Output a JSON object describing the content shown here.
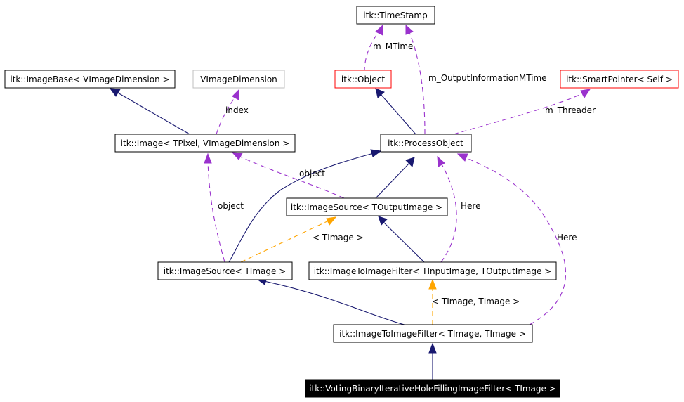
{
  "nodes": {
    "timestamp": "itk::TimeStamp",
    "imagebase": "itk::ImageBase< VImageDimension >",
    "vimagedimension": "VImageDimension",
    "object": "itk::Object",
    "smartpointer": "itk::SmartPointer< Self >",
    "image": "itk::Image< TPixel, VImageDimension >",
    "processobject": "itk::ProcessObject",
    "imagesource_toutput": "itk::ImageSource< TOutputImage >",
    "imagesource_timage": "itk::ImageSource< TImage >",
    "imagetoimagefilter_generic": "itk::ImageToImageFilter< TInputImage, TOutputImage >",
    "imagetoimagefilter_timage": "itk::ImageToImageFilter< TImage, TImage >",
    "voting_filter": "itk::VotingBinaryIterativeHoleFillingImageFilter< TImage >"
  },
  "edge_labels": {
    "m_mtime": "m_MTime",
    "m_outputinformationmtime": "m_OutputInformationMTime",
    "index": "index",
    "m_threader": "m_Threader",
    "object_1": "object",
    "object_2": "object",
    "here_1": "Here",
    "here_2": "Here",
    "timage_1": "< TImage >",
    "timage_2": "< TImage, TImage >"
  },
  "colors": {
    "inheritance": "#191970",
    "usage": "#9a32cd",
    "template": "#ffa500",
    "highlighted_node_fill": "#000000",
    "external_class_border": "#ff0000",
    "template_param_border": "#bfbfbf"
  }
}
